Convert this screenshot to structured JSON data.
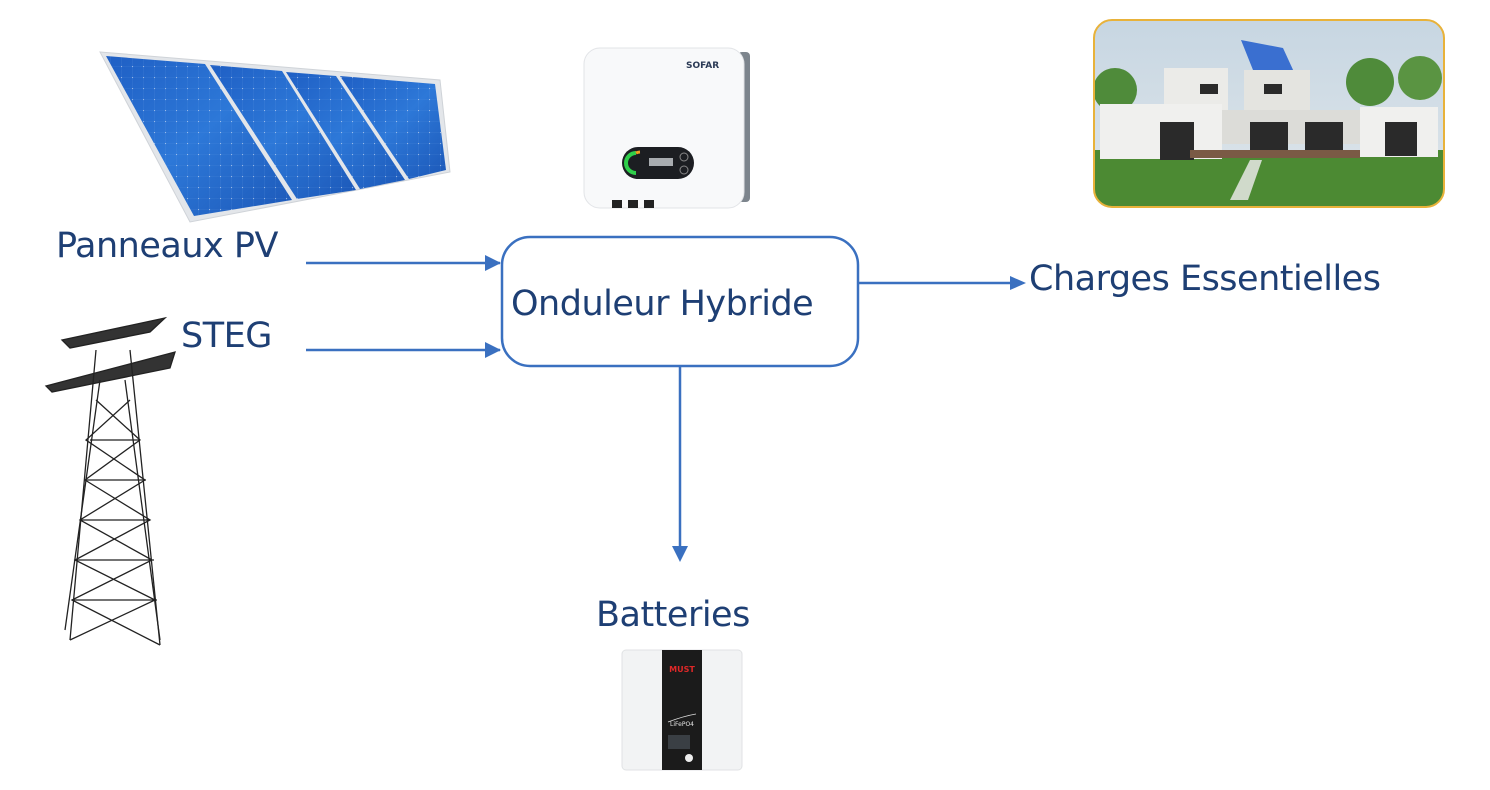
{
  "diagram": {
    "title": "Hybrid solar inverter system",
    "nodes": {
      "pv_panels": {
        "label": "Panneaux PV",
        "icon": "solar-panel-icon"
      },
      "grid": {
        "label": "STEG",
        "icon": "power-pylon-icon"
      },
      "inverter": {
        "label": "Onduleur Hybride",
        "icon": "inverter-icon",
        "brand": "SOFAR"
      },
      "loads": {
        "label": "Charges Essentielles",
        "icon": "house-icon"
      },
      "batteries": {
        "label": "Batteries",
        "icon": "battery-icon",
        "brand": "MUST",
        "model": "LiFePO4"
      }
    },
    "edges": [
      {
        "from": "Panneaux PV",
        "to": "Onduleur Hybride"
      },
      {
        "from": "STEG",
        "to": "Onduleur Hybride"
      },
      {
        "from": "Onduleur Hybride",
        "to": "Charges Essentielles"
      },
      {
        "from": "Onduleur Hybride",
        "to": "Batteries"
      }
    ],
    "colors": {
      "text": "#1e3f74",
      "line": "#3a70c0",
      "house_frame": "#e8b23a"
    }
  }
}
